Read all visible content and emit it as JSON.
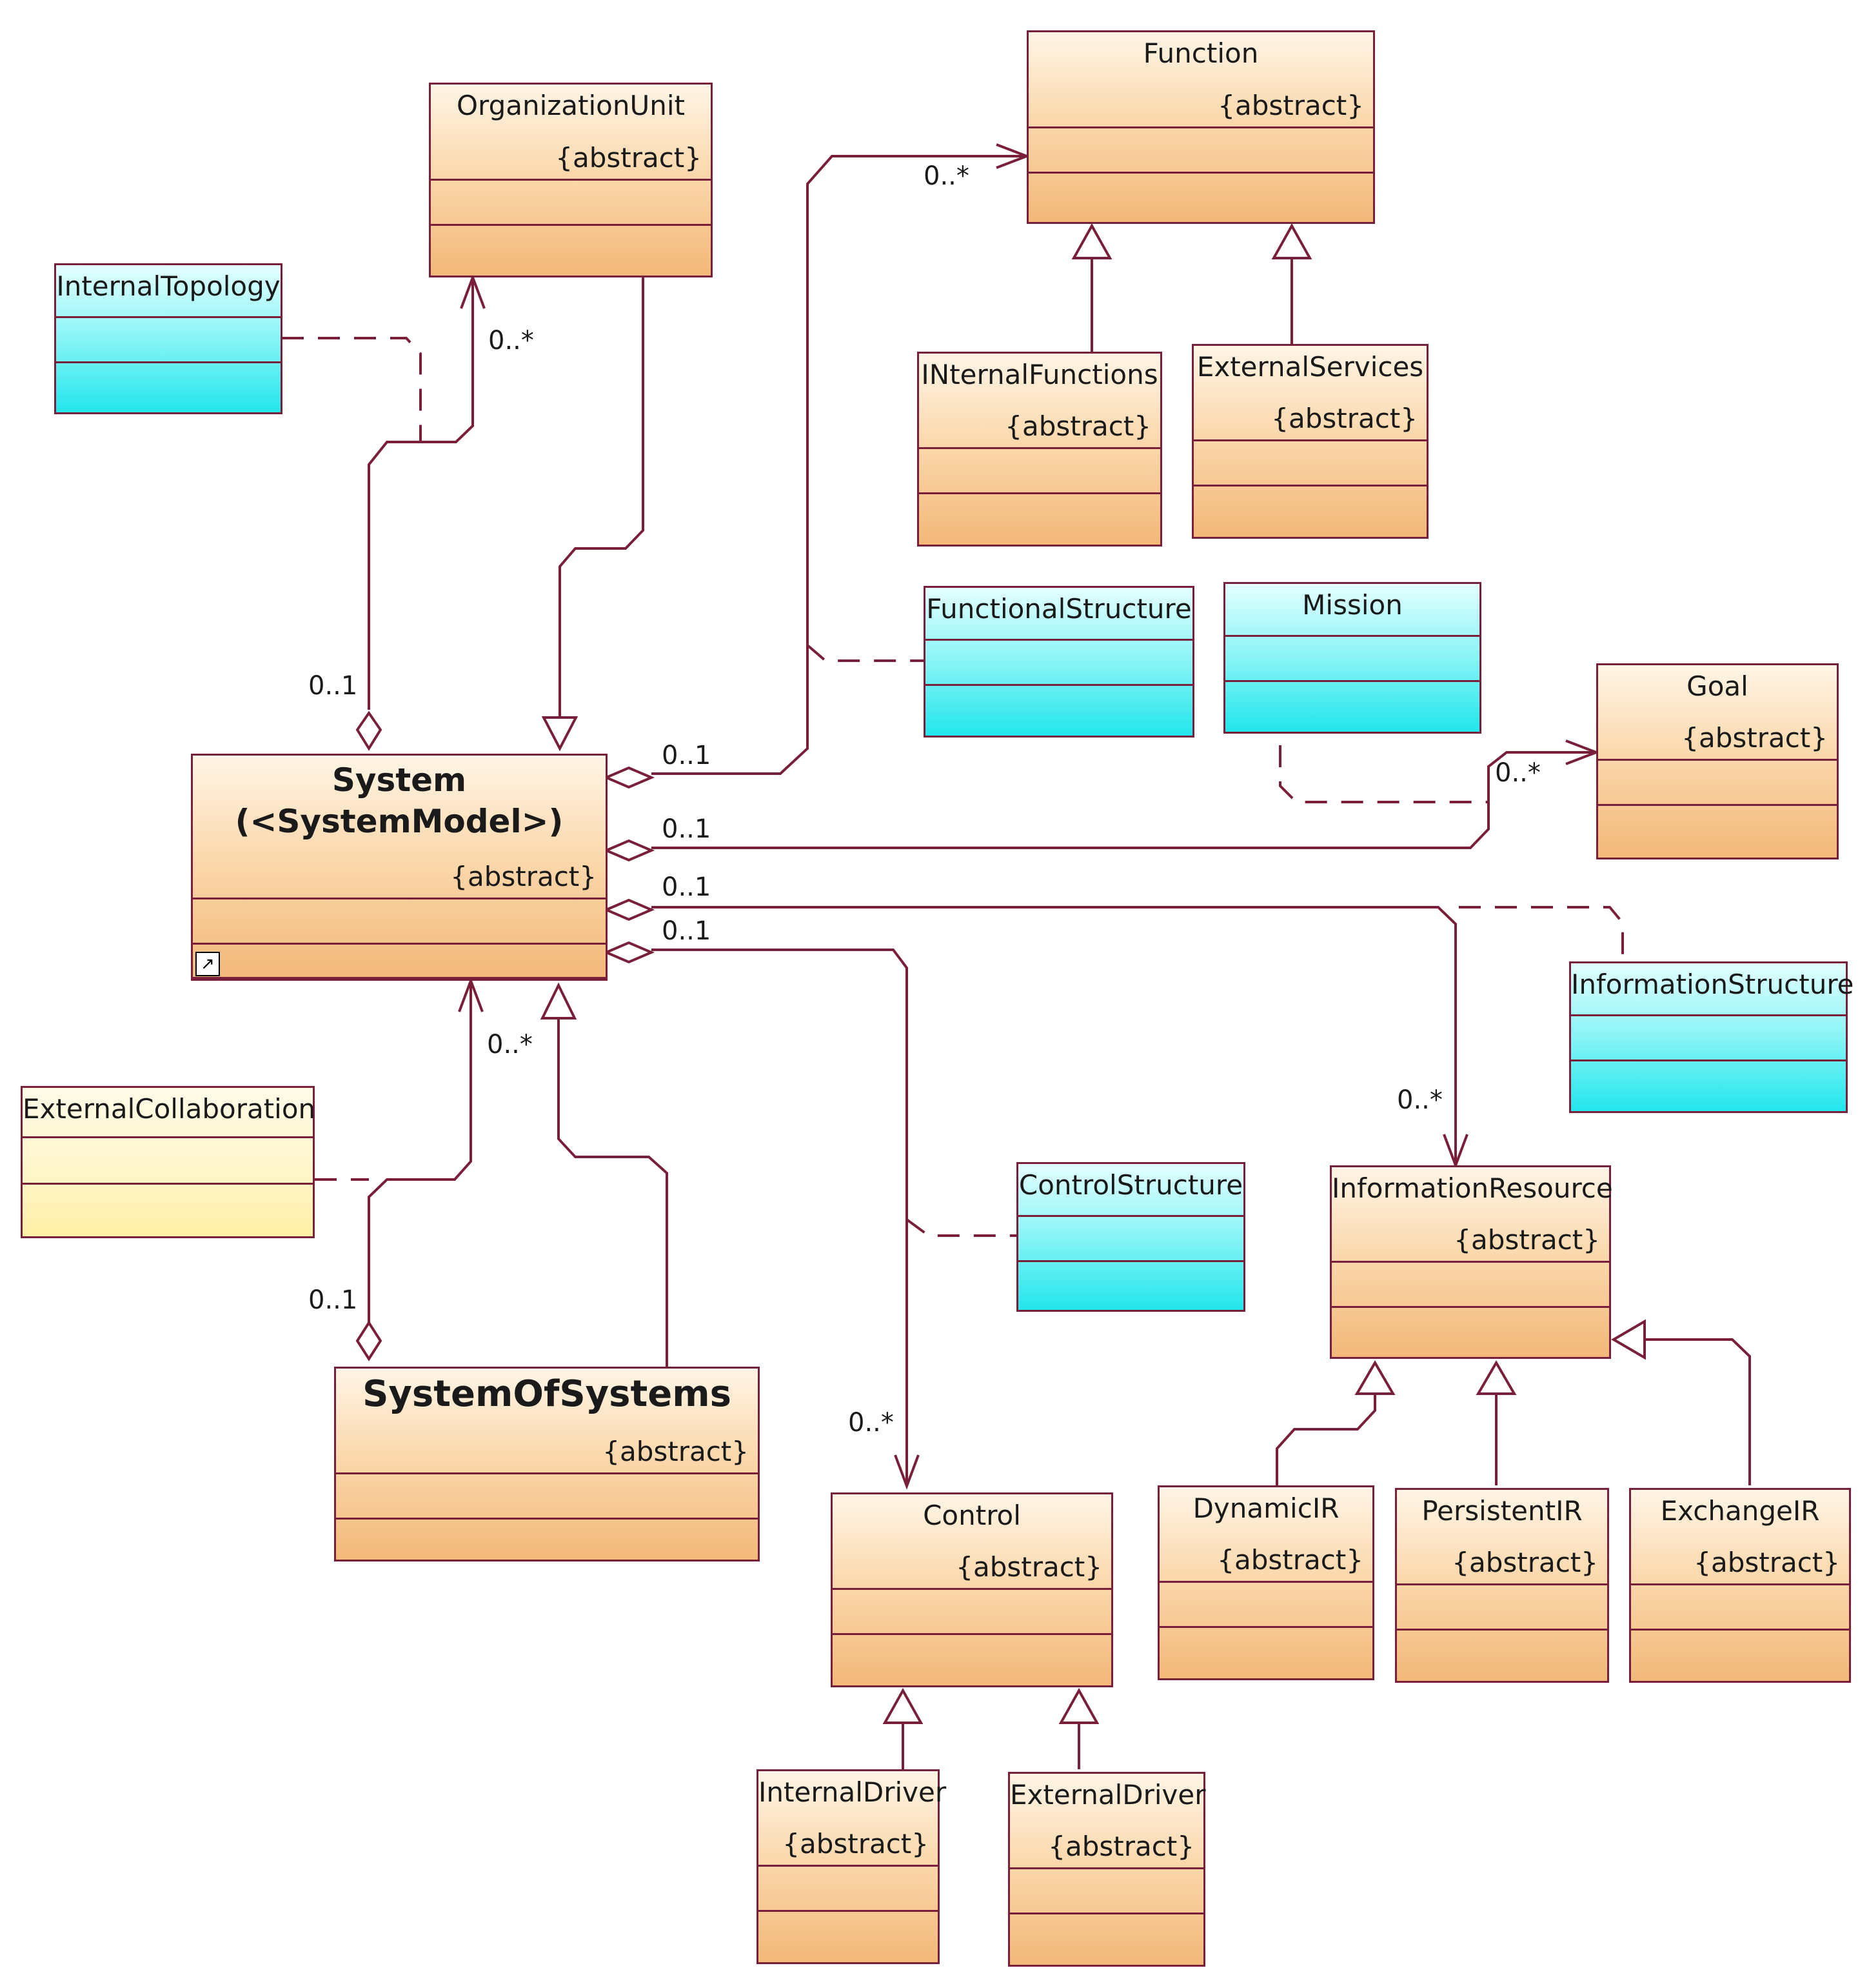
{
  "diagram": {
    "classes": {
      "function": {
        "name": "Function",
        "stereotype": "{abstract}"
      },
      "organization_unit": {
        "name": "OrganizationUnit",
        "stereotype": "{abstract}"
      },
      "internal_topology": {
        "name": "InternalTopology"
      },
      "internal_functions": {
        "name": "INternalFunctions",
        "stereotype": "{abstract}"
      },
      "external_services": {
        "name": "ExternalServices",
        "stereotype": "{abstract}"
      },
      "functional_structure": {
        "name": "FunctionalStructure"
      },
      "mission": {
        "name": "Mission"
      },
      "goal": {
        "name": "Goal",
        "stereotype": "{abstract}"
      },
      "system": {
        "name_line1": "System",
        "name_line2": "(<SystemModel>)",
        "stereotype": "{abstract}"
      },
      "information_structure": {
        "name": "InformationStructure"
      },
      "external_collaboration": {
        "name": "ExternalCollaboration"
      },
      "control_structure": {
        "name": "ControlStructure"
      },
      "information_resource": {
        "name": "InformationResource",
        "stereotype": "{abstract}"
      },
      "system_of_systems": {
        "name": "SystemOfSystems",
        "stereotype": "{abstract}"
      },
      "dynamic_ir": {
        "name": "DynamicIR",
        "stereotype": "{abstract}"
      },
      "persistent_ir": {
        "name": "PersistentIR",
        "stereotype": "{abstract}"
      },
      "exchange_ir": {
        "name": "ExchangeIR",
        "stereotype": "{abstract}"
      },
      "control": {
        "name": "Control",
        "stereotype": "{abstract}"
      },
      "internal_driver": {
        "name": "InternalDriver",
        "stereotype": "{abstract}"
      },
      "external_driver": {
        "name": "ExternalDriver",
        "stereotype": "{abstract}"
      }
    },
    "multiplicities": {
      "function_many": "0..*",
      "org_unit_many": "0..*",
      "org_unit_one": "0..1",
      "function_one": "0..1",
      "goal_many": "0..*",
      "goal_one": "0..1",
      "info_one": "0..1",
      "control_one": "0..1",
      "sos_many": "0..*",
      "sos_one": "0..1",
      "info_many": "0..*",
      "control_many": "0..*"
    },
    "shortcut_icon": "shortcut-arrow-icon",
    "colors": {
      "line": "#7a1f3a",
      "class_orange": "#f2b878",
      "class_cyan": "#22e6ec",
      "class_yellow": "#ffefa4"
    }
  }
}
